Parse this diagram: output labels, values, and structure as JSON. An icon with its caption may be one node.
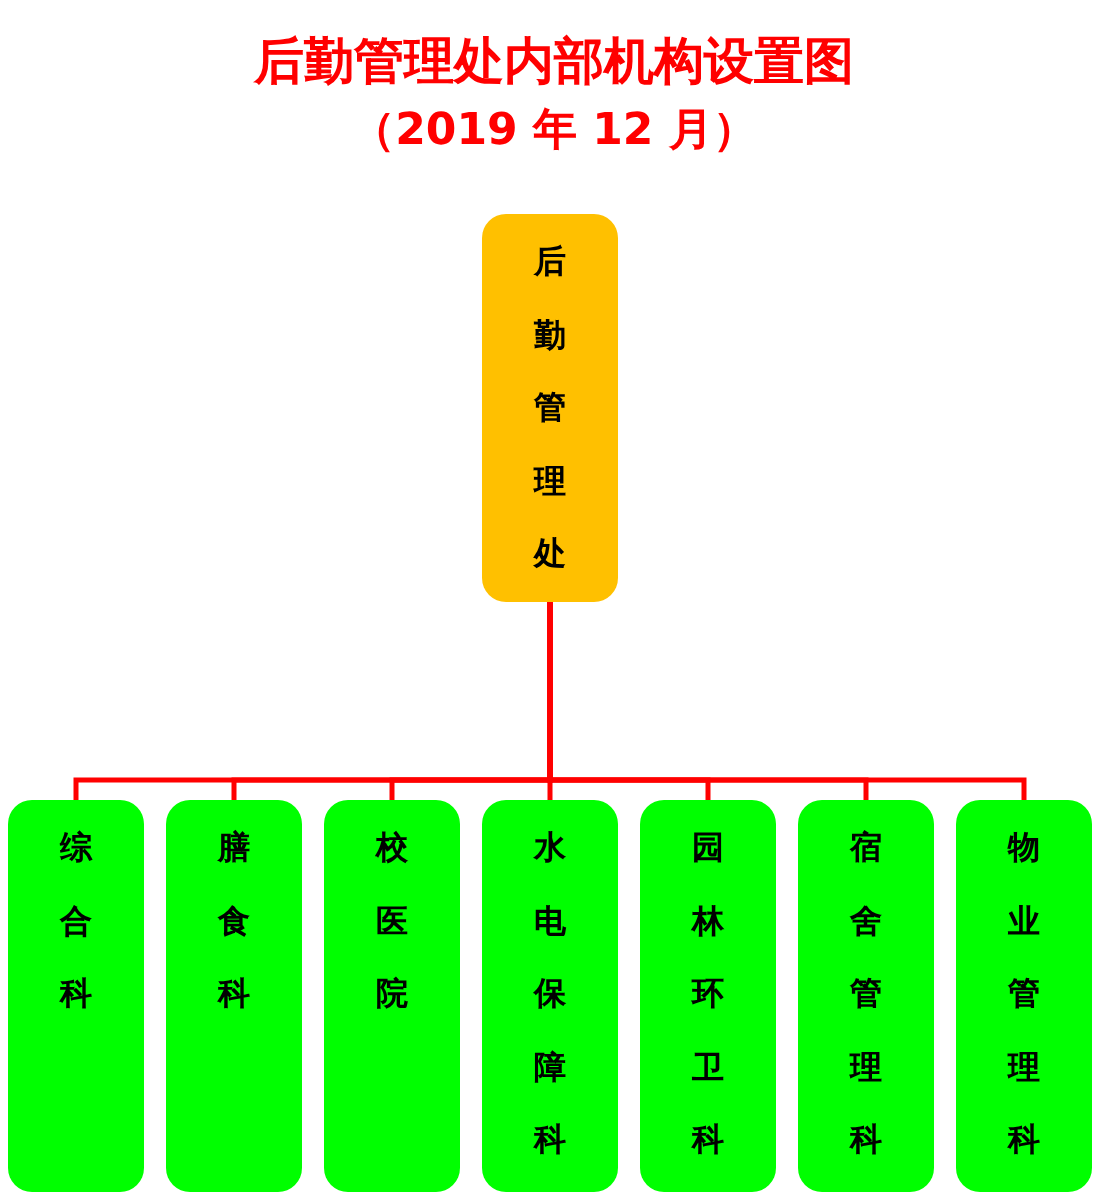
{
  "diagram": {
    "title": "后勤管理处内部机构设置图",
    "labels": [
      "（2019 年 12 月）"
    ],
    "nodes": [
      {
        "text": [
          "后勤管理处"
        ]
      },
      {
        "text": [
          "综合科"
        ]
      },
      {
        "text": [
          "膳食科"
        ]
      },
      {
        "text": [
          "校医院"
        ]
      },
      {
        "text": [
          "水电保障科"
        ]
      },
      {
        "text": [
          "园林环卫科"
        ]
      },
      {
        "text": [
          "宿舍管理科"
        ]
      },
      {
        "text": [
          "物业管理科"
        ]
      }
    ],
    "edges": [
      {
        "from": 0,
        "to": 1,
        "arrow": "none"
      },
      {
        "from": 0,
        "to": 2,
        "arrow": "none"
      },
      {
        "from": 0,
        "to": 3,
        "arrow": "none"
      },
      {
        "from": 0,
        "to": 4,
        "arrow": "none"
      },
      {
        "from": 0,
        "to": 5,
        "arrow": "none"
      },
      {
        "from": 0,
        "to": 6,
        "arrow": "none"
      },
      {
        "from": 0,
        "to": 7,
        "arrow": "none"
      }
    ]
  }
}
